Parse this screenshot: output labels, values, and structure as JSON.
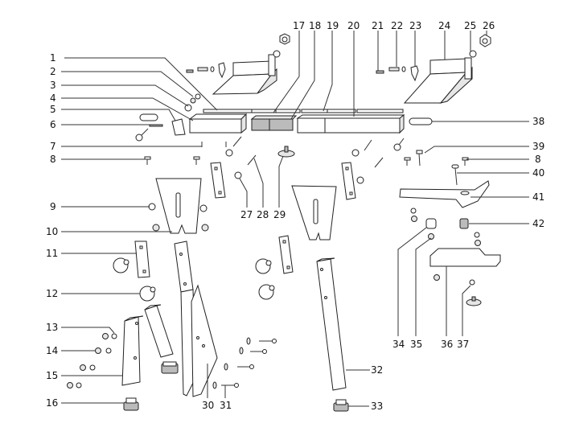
{
  "diagram": {
    "type": "exploded-parts-view",
    "callouts": [
      {
        "id": "c1",
        "label": "1"
      },
      {
        "id": "c2",
        "label": "2"
      },
      {
        "id": "c3",
        "label": "3"
      },
      {
        "id": "c4",
        "label": "4"
      },
      {
        "id": "c5",
        "label": "5"
      },
      {
        "id": "c6",
        "label": "6"
      },
      {
        "id": "c7",
        "label": "7"
      },
      {
        "id": "c8a",
        "label": "8"
      },
      {
        "id": "c9",
        "label": "9"
      },
      {
        "id": "c10",
        "label": "10"
      },
      {
        "id": "c11",
        "label": "11"
      },
      {
        "id": "c12",
        "label": "12"
      },
      {
        "id": "c13",
        "label": "13"
      },
      {
        "id": "c14",
        "label": "14"
      },
      {
        "id": "c15",
        "label": "15"
      },
      {
        "id": "c16",
        "label": "16"
      },
      {
        "id": "c17",
        "label": "17"
      },
      {
        "id": "c18",
        "label": "18"
      },
      {
        "id": "c19",
        "label": "19"
      },
      {
        "id": "c20",
        "label": "20"
      },
      {
        "id": "c21",
        "label": "21"
      },
      {
        "id": "c22",
        "label": "22"
      },
      {
        "id": "c23",
        "label": "23"
      },
      {
        "id": "c24",
        "label": "24"
      },
      {
        "id": "c25",
        "label": "25"
      },
      {
        "id": "c26",
        "label": "26"
      },
      {
        "id": "c27",
        "label": "27"
      },
      {
        "id": "c28",
        "label": "28"
      },
      {
        "id": "c29",
        "label": "29"
      },
      {
        "id": "c30",
        "label": "30"
      },
      {
        "id": "c31",
        "label": "31"
      },
      {
        "id": "c32",
        "label": "32"
      },
      {
        "id": "c33",
        "label": "33"
      },
      {
        "id": "c34",
        "label": "34"
      },
      {
        "id": "c35",
        "label": "35"
      },
      {
        "id": "c36",
        "label": "36"
      },
      {
        "id": "c37",
        "label": "37"
      },
      {
        "id": "c38",
        "label": "38"
      },
      {
        "id": "c39",
        "label": "39"
      },
      {
        "id": "c8b",
        "label": "8"
      },
      {
        "id": "c40",
        "label": "40"
      },
      {
        "id": "c41",
        "label": "41"
      },
      {
        "id": "c42",
        "label": "42"
      }
    ]
  }
}
